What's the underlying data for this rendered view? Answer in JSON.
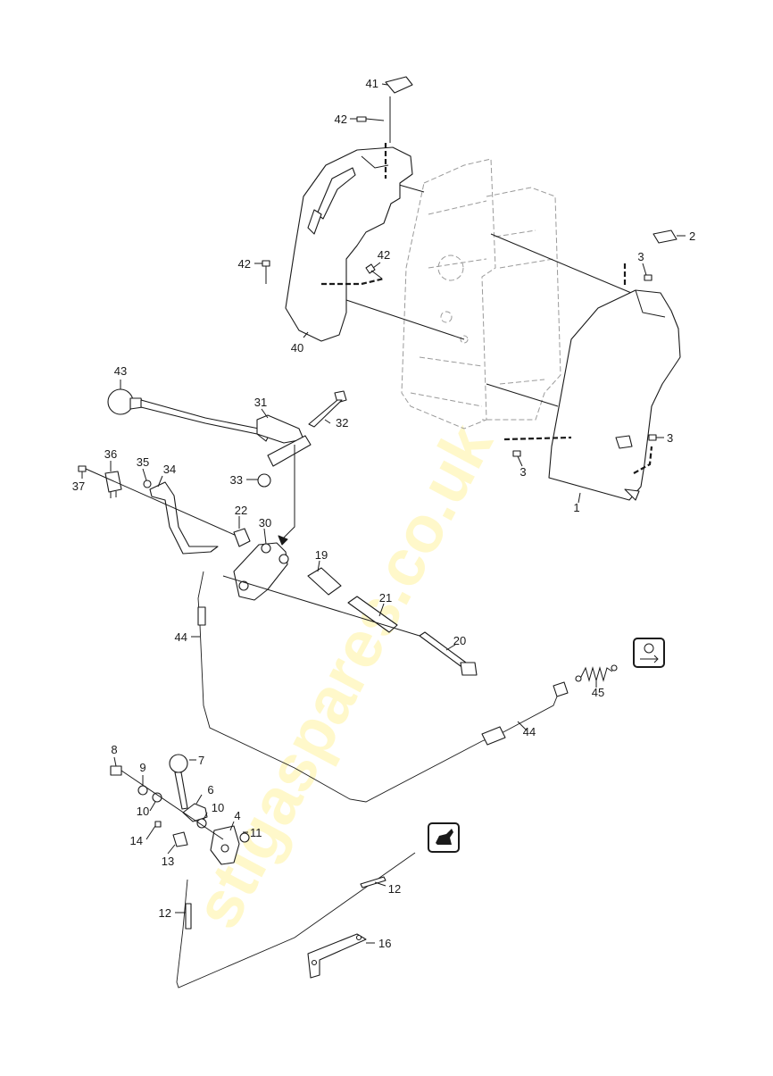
{
  "watermark": "stigaspares.co.uk",
  "callouts": [
    {
      "id": "c41",
      "label": "41"
    },
    {
      "id": "c42a",
      "label": "42"
    },
    {
      "id": "c2",
      "label": "2"
    },
    {
      "id": "c3a",
      "label": "3"
    },
    {
      "id": "c42b",
      "label": "42"
    },
    {
      "id": "c42c",
      "label": "42"
    },
    {
      "id": "c40",
      "label": "40"
    },
    {
      "id": "c43",
      "label": "43"
    },
    {
      "id": "c31",
      "label": "31"
    },
    {
      "id": "c32",
      "label": "32"
    },
    {
      "id": "c3b",
      "label": "3"
    },
    {
      "id": "c3c",
      "label": "3"
    },
    {
      "id": "c36",
      "label": "36"
    },
    {
      "id": "c35",
      "label": "35"
    },
    {
      "id": "c34",
      "label": "34"
    },
    {
      "id": "c37",
      "label": "37"
    },
    {
      "id": "c33",
      "label": "33"
    },
    {
      "id": "c1",
      "label": "1"
    },
    {
      "id": "c22",
      "label": "22"
    },
    {
      "id": "c30",
      "label": "30"
    },
    {
      "id": "c19",
      "label": "19"
    },
    {
      "id": "c21",
      "label": "21"
    },
    {
      "id": "c44a",
      "label": "44"
    },
    {
      "id": "c20",
      "label": "20"
    },
    {
      "id": "c45",
      "label": "45"
    },
    {
      "id": "c44b",
      "label": "44"
    },
    {
      "id": "c8",
      "label": "8"
    },
    {
      "id": "c7",
      "label": "7"
    },
    {
      "id": "c9",
      "label": "9"
    },
    {
      "id": "c6",
      "label": "6"
    },
    {
      "id": "c10a",
      "label": "10"
    },
    {
      "id": "c10b",
      "label": "10"
    },
    {
      "id": "c4",
      "label": "4"
    },
    {
      "id": "c11",
      "label": "11"
    },
    {
      "id": "c14",
      "label": "14"
    },
    {
      "id": "c13",
      "label": "13"
    },
    {
      "id": "c12a",
      "label": "12"
    },
    {
      "id": "c12b",
      "label": "12"
    },
    {
      "id": "c16",
      "label": "16"
    }
  ],
  "icons": [
    {
      "id": "rotation-symbol",
      "name": "rotation-symbol-icon"
    },
    {
      "id": "speed-symbol",
      "name": "rabbit-speed-icon"
    }
  ]
}
